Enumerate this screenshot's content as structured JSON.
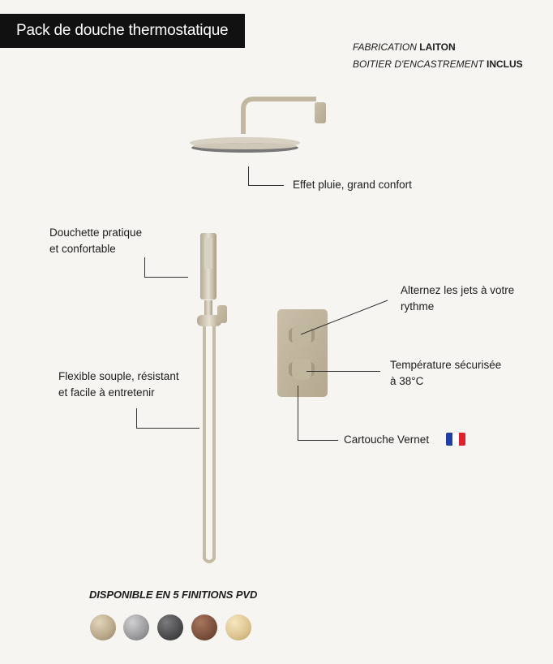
{
  "header": {
    "title": "Pack de douche thermostatique"
  },
  "specs": [
    {
      "prefix": "FABRICATION",
      "value": "LAITON"
    },
    {
      "prefix": "BOITIER D'ENCASTREMENT",
      "value": "INCLUS"
    }
  ],
  "annotations": {
    "rain": "Effet pluie, grand confort",
    "handshower_line1": "Douchette pratique",
    "handshower_line2": "et confortable",
    "hose_line1": "Flexible souple, résistant",
    "hose_line2": "et facile à entretenir",
    "jets_line1": "Alternez les jets à votre",
    "jets_line2": "rythme",
    "temp_line1": "Température sécurisée",
    "temp_line2": "à 38°C",
    "cartridge": "Cartouche Vernet"
  },
  "finishes": {
    "title": "DISPONIBLE EN 5 FINITIONS PVD",
    "colors": [
      "#b9a789",
      "#9a9a9c",
      "#4a4a4c",
      "#7a4f3c",
      "#dcc38e"
    ]
  },
  "colors": {
    "product": "#c8bea9",
    "flag_blue": "#1f3fa8",
    "flag_white": "#ffffff",
    "flag_red": "#e2202c"
  }
}
